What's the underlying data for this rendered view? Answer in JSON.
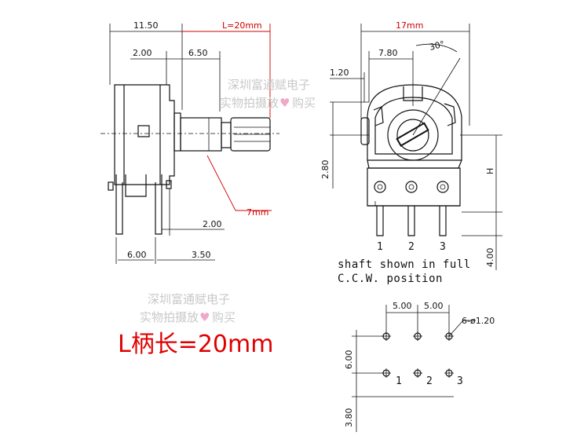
{
  "dimensions": {
    "left_top_total": "11.50",
    "left_top_a": "2.00",
    "left_top_b": "6.50",
    "shaft_length": "L=20mm",
    "shaft_diameter": "7mm",
    "left_mid": "2.00",
    "left_bottom_a": "6.00",
    "left_bottom_b": "3.50",
    "front_width": "17mm",
    "front_offset": "7.80",
    "front_angle": "30°",
    "front_small": "1.20",
    "front_vertical": "2.80",
    "front_h": "H",
    "pin_extension": "4.00",
    "pcb_pitch_1": "5.00",
    "pcb_pitch_2": "5.00",
    "pcb_holes": "6-ø1.20",
    "pcb_row_spacing": "6.00",
    "pcb_bottom": "3.80"
  },
  "pins": {
    "front": [
      "1",
      "2",
      "3"
    ],
    "pcb": [
      "1",
      "2",
      "3"
    ]
  },
  "notes": {
    "line1": "shaft shown in full",
    "line2": "C.C.W. position"
  },
  "watermark": {
    "line1": "深圳富通赋电子",
    "line2a": "实物拍摄放",
    "line2b": "购买",
    "heart": "♥"
  },
  "headline": "L柄长=20mm",
  "colors": {
    "headline": "#e00000",
    "dimension_highlight": "#d10000",
    "watermark": "#c8c8c8"
  }
}
